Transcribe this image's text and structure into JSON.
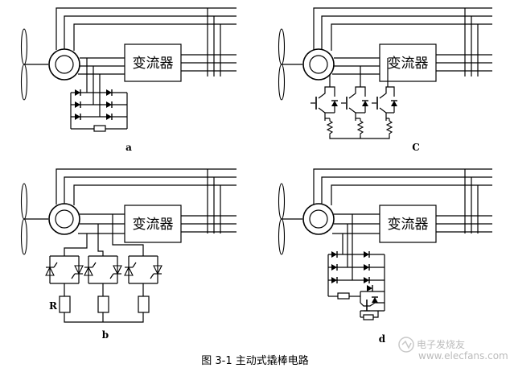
{
  "panels": {
    "a": {
      "converter_label": "变流器",
      "panel_label": "a"
    },
    "c": {
      "converter_label": "变流器",
      "panel_label": "C"
    },
    "b": {
      "converter_label": "变流器",
      "panel_label": "b",
      "resistor_label": "R"
    },
    "d": {
      "converter_label": "变流器",
      "panel_label": "d"
    }
  },
  "caption": "图 3-1  主动式撬棒电路",
  "watermark": "电子发烧友",
  "watermark_url": "www.elecfans.com"
}
